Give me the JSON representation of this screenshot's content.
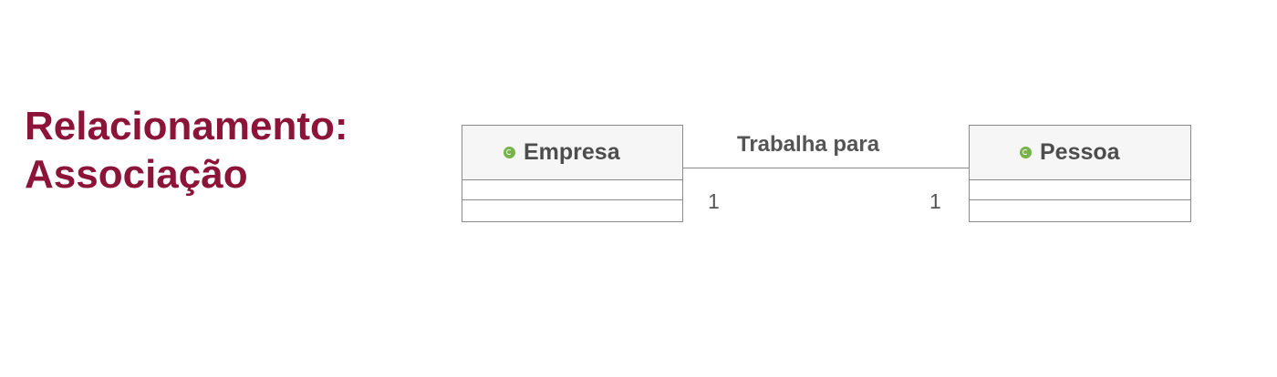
{
  "title": {
    "line1": "Relacionamento:",
    "line2": "Associação"
  },
  "diagram": {
    "classes": [
      {
        "name": "Empresa",
        "icon": "class-icon"
      },
      {
        "name": "Pessoa",
        "icon": "class-icon"
      }
    ],
    "association": {
      "label": "Trabalha para",
      "multiplicity_left": "1",
      "multiplicity_right": "1"
    }
  },
  "colors": {
    "title": "#8c1438",
    "class_icon": "#77b24b",
    "border": "#8a8a8a",
    "text": "#4d4d4d"
  }
}
